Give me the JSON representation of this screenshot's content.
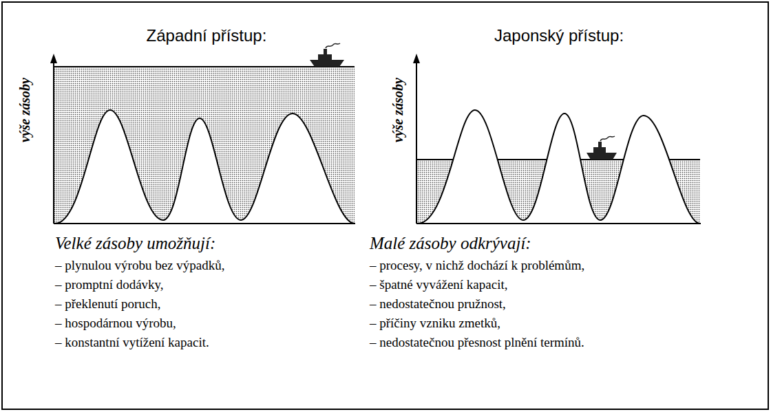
{
  "diagram": {
    "labels": [
      "Západní přístup:",
      "výše zásoby",
      "Velké zásoby umožňují:",
      "– plynulou výrobu bez výpadků,",
      "– promptní dodávky,",
      "– překlenutí poruch,",
      "– hospodárnou výrobu,",
      "– konstantní vytížení kapacit.",
      "Japonský přístup:",
      "výše zásoby",
      "Malé zásoby odkrývají:",
      "– procesy, v nichž dochází k problémům,",
      "– špatné vyvážení kapacit,",
      "– nedostatečnou pružnost,",
      "– příčiny vzniku zmetků,",
      "– nedostatečnou přesnost plnění termínů."
    ]
  }
}
